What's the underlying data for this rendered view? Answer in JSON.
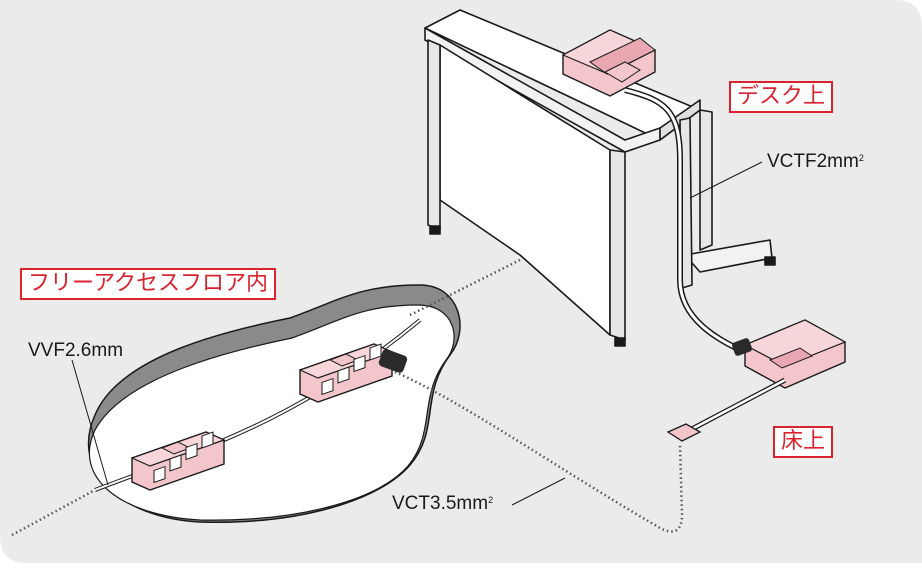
{
  "labels": {
    "desk_top": "デスク上",
    "floor_top": "床上",
    "raised_floor": "フリーアクセスフロア内"
  },
  "callouts": {
    "vctf": {
      "text": "VCTF2mm",
      "sup": "2"
    },
    "vvf": {
      "text": "VVF2.6mm"
    },
    "vct": {
      "text": "VCT3.5mm",
      "sup": "2"
    }
  },
  "colors": {
    "background_panel": "#ebebeb",
    "outlet_fill": "#f3c6cb",
    "label_red": "#d9232e",
    "line": "#1a1a1a",
    "floor_cavity": "#ffffff",
    "floor_edge": "#8a8a8a"
  }
}
